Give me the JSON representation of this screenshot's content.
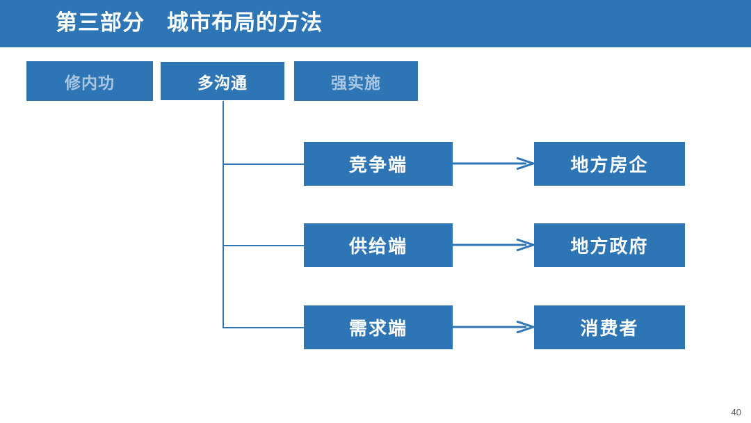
{
  "slide": {
    "page_number": "40",
    "accent_color": "#2E75B6",
    "inactive_text_color": "#A9C6E2",
    "background_color": "#FFFFFF"
  },
  "header": {
    "title": "第三部分　城市布局的方法"
  },
  "top_nav": {
    "items": [
      {
        "label": "修内功",
        "active": false
      },
      {
        "label": "多沟通",
        "active": true
      },
      {
        "label": "强实施",
        "active": false
      }
    ]
  },
  "flow": {
    "arrow_icon": "arrow-right-icon",
    "rows": [
      {
        "source": "竞争端",
        "target": "地方房企"
      },
      {
        "source": "供给端",
        "target": "地方政府"
      },
      {
        "source": "需求端",
        "target": "消费者"
      }
    ]
  }
}
